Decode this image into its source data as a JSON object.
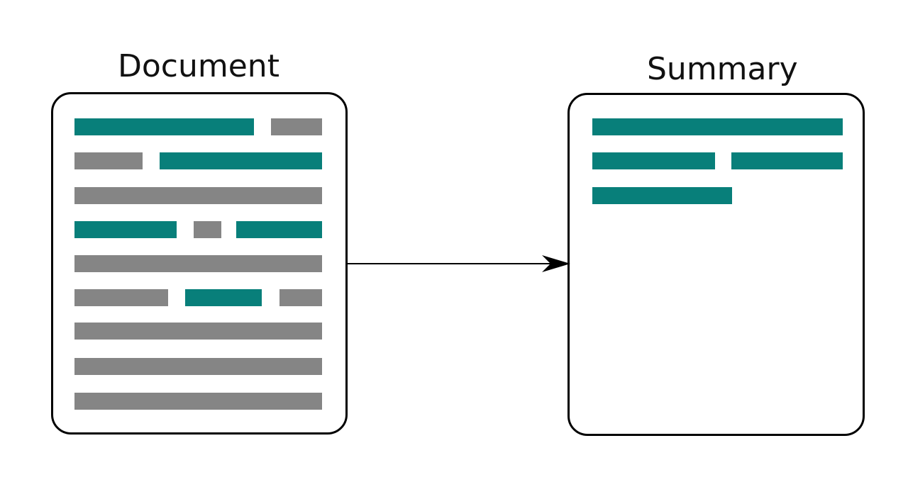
{
  "document": {
    "title": "Document",
    "lines": [
      [
        "key",
        "other"
      ],
      [
        "other",
        "key"
      ],
      [
        "other"
      ],
      [
        "key",
        "other",
        "key"
      ],
      [
        "other"
      ],
      [
        "other",
        "key",
        "other"
      ],
      [
        "other"
      ],
      [
        "other"
      ],
      [
        "other"
      ]
    ]
  },
  "summary": {
    "title": "Summary",
    "lines": [
      [
        "key"
      ],
      [
        "key",
        "key"
      ],
      [
        "key"
      ]
    ]
  },
  "colors": {
    "key_sentence": "#087f7a",
    "other_sentence": "#858585",
    "outline": "#000000"
  }
}
